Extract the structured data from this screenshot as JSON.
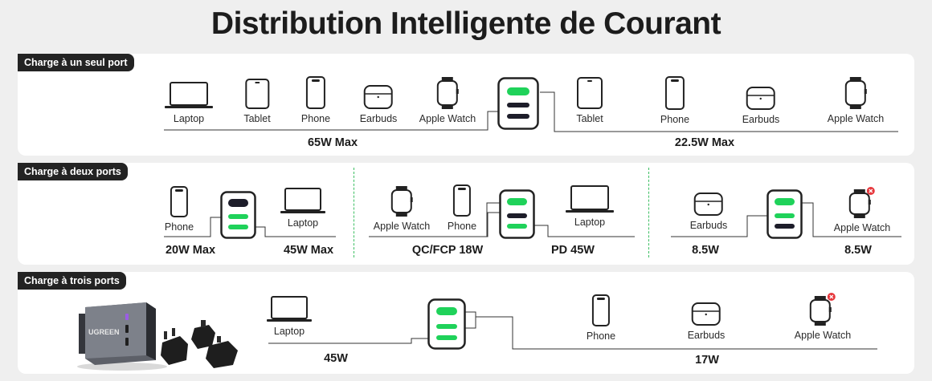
{
  "title": "Distribution Intelligente de Courant",
  "colors": {
    "accent_green": "#1fd25a",
    "port_dark": "#1d1d2a",
    "tag_bg": "#232323"
  },
  "single_port": {
    "tag": "Charge à un seul port",
    "left_devices": [
      {
        "icon": "laptop-icon",
        "label": "Laptop"
      },
      {
        "icon": "tablet-icon",
        "label": "Tablet"
      },
      {
        "icon": "phone-icon",
        "label": "Phone"
      },
      {
        "icon": "earbuds-icon",
        "label": "Earbuds"
      },
      {
        "icon": "apple-watch-icon",
        "label": "Apple Watch"
      }
    ],
    "left_watt": "65W  Max",
    "right_devices": [
      {
        "icon": "tablet-icon",
        "label": "Tablet"
      },
      {
        "icon": "phone-icon",
        "label": "Phone"
      },
      {
        "icon": "earbuds-icon",
        "label": "Earbuds"
      },
      {
        "icon": "apple-watch-icon",
        "label": "Apple Watch"
      }
    ],
    "right_watt": "22.5W  Max"
  },
  "two_ports": {
    "tag": "Charge à deux ports",
    "groups": [
      {
        "left_label": "Phone",
        "right_label": "Laptop",
        "left_watt": "20W Max",
        "right_watt": "45W Max"
      },
      {
        "left_labels": [
          "Apple Watch",
          "Phone"
        ],
        "right_label": "Laptop",
        "left_watt": "QC/FCP 18W",
        "right_watt": "PD 45W"
      },
      {
        "left_label": "Earbuds",
        "right_label": "Apple Watch",
        "left_watt": "8.5W",
        "right_watt": "8.5W"
      }
    ]
  },
  "three_ports": {
    "tag": "Charge à trois ports",
    "brand": "UGREEN",
    "left_label": "Laptop",
    "left_watt": "45W",
    "right_devices": [
      {
        "icon": "phone-icon",
        "label": "Phone"
      },
      {
        "icon": "earbuds-icon",
        "label": "Earbuds"
      },
      {
        "icon": "apple-watch-icon",
        "label": "Apple Watch"
      }
    ],
    "right_watt": "17W"
  }
}
